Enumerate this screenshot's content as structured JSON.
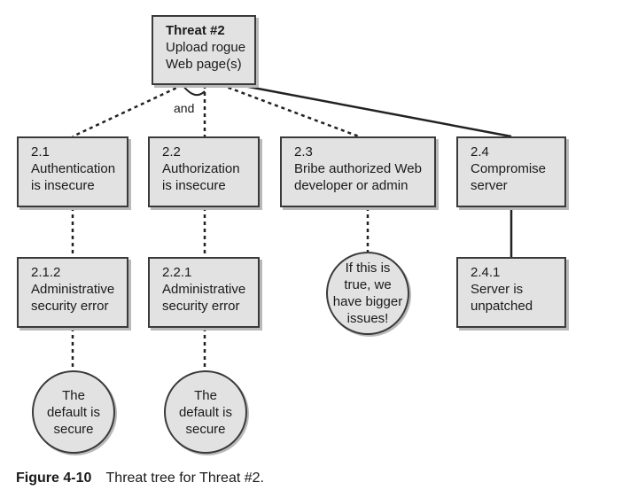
{
  "diagram": {
    "root": {
      "title": "Threat #2",
      "lines": [
        "Upload rogue",
        "Web page(s)"
      ]
    },
    "and_label": "and",
    "level1": [
      {
        "id": "2.1",
        "lines": [
          "Authentication",
          "is insecure"
        ]
      },
      {
        "id": "2.2",
        "lines": [
          "Authorization",
          "is insecure"
        ]
      },
      {
        "id": "2.3",
        "lines": [
          "Bribe authorized Web",
          "developer or admin"
        ]
      },
      {
        "id": "2.4",
        "lines": [
          "Compromise",
          "server"
        ]
      }
    ],
    "level2": [
      {
        "id": "2.1.2",
        "lines": [
          "Administrative",
          "security error"
        ]
      },
      {
        "id": "2.2.1",
        "lines": [
          "Administrative",
          "security error"
        ]
      },
      {
        "id": "2.4.1",
        "lines": [
          "Server is",
          "unpatched"
        ]
      }
    ],
    "circles": [
      {
        "lines": [
          "If this is",
          "true, we",
          "have bigger",
          "issues!"
        ]
      },
      {
        "lines": [
          "The",
          "default is",
          "secure"
        ]
      },
      {
        "lines": [
          "The",
          "default is",
          "secure"
        ]
      }
    ]
  },
  "caption": {
    "figure": "Figure 4-10",
    "text": "Threat tree for Threat #2."
  },
  "colors": {
    "box_fill": "#e2e2e2",
    "border": "#3a3a3a",
    "shadow": "#b9b9b9"
  }
}
